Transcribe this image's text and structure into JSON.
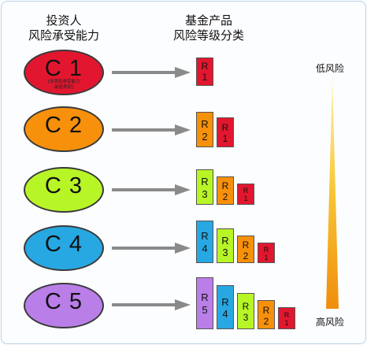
{
  "header": {
    "investor_line1": "投资人",
    "investor_line2": "风险承受能力",
    "product_line1": "基金产品",
    "product_line2": "风险等级分类"
  },
  "investors": [
    {
      "label": "C 1",
      "color": "#e2172f",
      "note_line1": "[含风险承受能力",
      "note_line2": "最低类别]"
    },
    {
      "label": "C 2",
      "color": "#f7900a",
      "note_line1": "",
      "note_line2": ""
    },
    {
      "label": "C 3",
      "color": "#b7f527",
      "note_line1": "",
      "note_line2": ""
    },
    {
      "label": "C 4",
      "color": "#27a8e3",
      "note_line1": "",
      "note_line2": ""
    },
    {
      "label": "C 5",
      "color": "#b97ee8",
      "note_line1": "",
      "note_line2": ""
    }
  ],
  "risk_levels": [
    {
      "code": "R",
      "num": "5",
      "color": "#b97ee8"
    },
    {
      "code": "R",
      "num": "4",
      "color": "#27a8e3"
    },
    {
      "code": "R",
      "num": "3",
      "color": "#b7f527"
    },
    {
      "code": "R",
      "num": "2",
      "color": "#f7900a"
    },
    {
      "code": "R",
      "num": "1",
      "color": "#e2172f"
    }
  ],
  "scale": {
    "low_label": "低风险",
    "high_label": "高风险",
    "gradient_top": "#fff0a0",
    "gradient_bottom": "#f19a12"
  }
}
